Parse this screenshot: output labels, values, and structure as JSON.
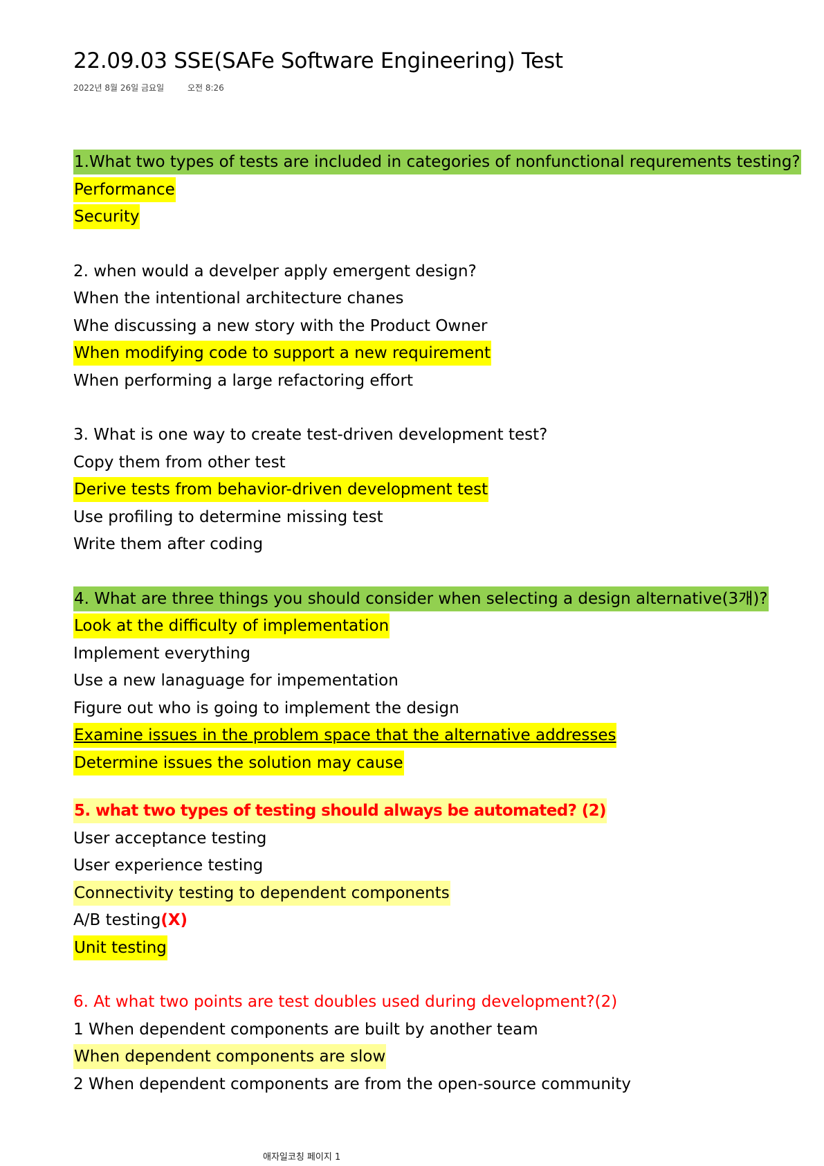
{
  "title": "22.09.03 SSE(SAFe Software Engineering) Test",
  "meta": {
    "date": "2022년 8월 26일 금요일",
    "time": "오전 8:26"
  },
  "q1": {
    "question": "1.What two types of tests are included in categories of nonfunctional requrements testing?",
    "answers": [
      "Performance",
      "Security"
    ]
  },
  "q2": {
    "question": "2. when would a develper apply emergent design?",
    "answers": [
      "When the intentional architecture chanes",
      "Whe discussing a new story with the Product Owner",
      "When modifying code to support a new requirement",
      "When performing a large refactoring effort"
    ]
  },
  "q3": {
    "question": "3. What is one way to create test-driven development test?",
    "answers": [
      "Copy them from other test",
      "Derive tests from behavior-driven development test",
      "Use profiling to determine missing test",
      "Write them after coding"
    ]
  },
  "q4": {
    "question": "4. What are three things you should consider when selecting a design alternative(3개)?",
    "answers": [
      "Look at the difficulty of implementation",
      "Implement everything",
      "Use a new lanaguage for impementation",
      "Figure out who is going to implement the design",
      "Examine issues in the problem space that the alternative addresses",
      "Determine issues the solution may cause"
    ]
  },
  "q5": {
    "question": "5. what two types of testing should always be automated? (2)",
    "answers": [
      "User acceptance testing",
      "User experience testing",
      "Connectivity testing to dependent components",
      "A/B testing",
      "Unit testing"
    ],
    "wrong_mark": "(X)"
  },
  "q6": {
    "question": "6. At what two points are test doubles used during development?(2)",
    "answers": [
      "1 When dependent components are built by another team",
      "When dependent components are slow",
      "2 When dependent components are from the open-source community"
    ]
  },
  "footer": "애자일코칭 페이지 1",
  "colors": {
    "green_highlight": "#92d050",
    "yellow_highlight": "#ffff00",
    "pale_highlight": "#ffff99",
    "red_text": "#ff0000"
  }
}
